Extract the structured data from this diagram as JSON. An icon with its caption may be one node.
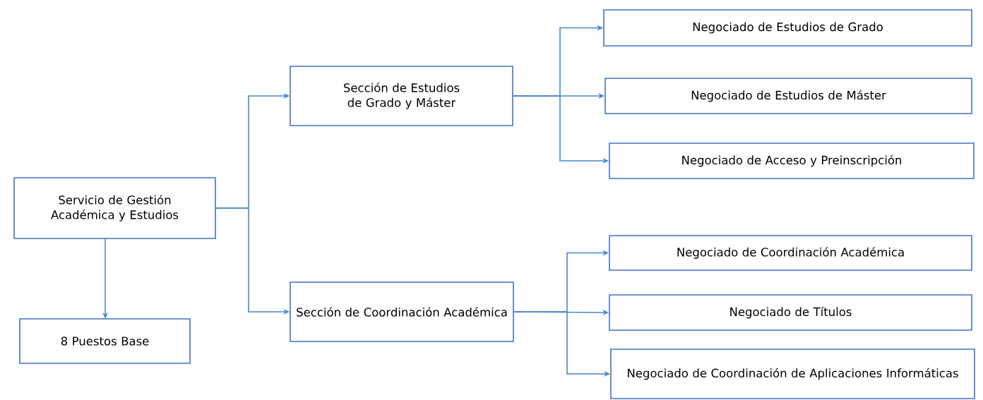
{
  "diagram": {
    "nodes": [
      {
        "text": [
          "Servicio de Gestión Académica y Estudios"
        ]
      },
      {
        "text": [
          "8 Puestos Base"
        ]
      },
      {
        "text": [
          "Sección de Estudios de Grado y Máster"
        ]
      },
      {
        "text": [
          "Sección de Coordinación Académica"
        ]
      },
      {
        "text": [
          "Negociado de Estudios de Grado"
        ]
      },
      {
        "text": [
          "Negociado de Estudios de Máster"
        ]
      },
      {
        "text": [
          "Negociado de Acceso y Preinscripción"
        ]
      },
      {
        "text": [
          "Negociado de Coordinación Académica"
        ]
      },
      {
        "text": [
          "Negociado de Títulos"
        ]
      },
      {
        "text": [
          "Negociado de Coordinación de Aplicaciones Informáticas"
        ]
      }
    ],
    "edges": [
      {
        "from": 0,
        "to": 1,
        "arrow": "to"
      },
      {
        "from": 0,
        "to": 2,
        "arrow": "to"
      },
      {
        "from": 0,
        "to": 3,
        "arrow": "to"
      },
      {
        "from": 2,
        "to": 4,
        "arrow": "to"
      },
      {
        "from": 2,
        "to": 5,
        "arrow": "to"
      },
      {
        "from": 2,
        "to": 6,
        "arrow": "to"
      },
      {
        "from": 3,
        "to": 7,
        "arrow": "to"
      },
      {
        "from": 3,
        "to": 8,
        "arrow": "to"
      },
      {
        "from": 3,
        "to": 9,
        "arrow": "to"
      }
    ]
  }
}
